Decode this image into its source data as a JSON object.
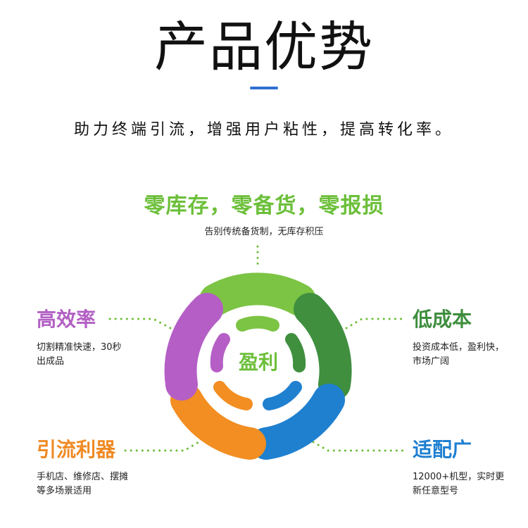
{
  "header": {
    "title": "产品优势",
    "subtitle": "助力终端引流，增强用户粘性，提高转化率。"
  },
  "center": {
    "label": "盈利"
  },
  "features": {
    "top": {
      "title": "零库存，零备货，零报损",
      "desc": "告别传统备货制，无库存积压",
      "color": "#6cbf3a"
    },
    "left1": {
      "title": "高效率",
      "desc": "切割精准快速，30秒出成品",
      "color": "#b25fc3"
    },
    "right1": {
      "title": "低成本",
      "desc": "投资成本低，盈利快，市场广阔",
      "color": "#3e8e3e"
    },
    "left2": {
      "title": "引流利器",
      "desc": "手机店、维修店、摆摊等多场景适用",
      "color": "#f08a24"
    },
    "right2": {
      "title": "适配广",
      "desc": "12000+机型，实时更新任意型号",
      "color": "#1e7fd1"
    }
  }
}
